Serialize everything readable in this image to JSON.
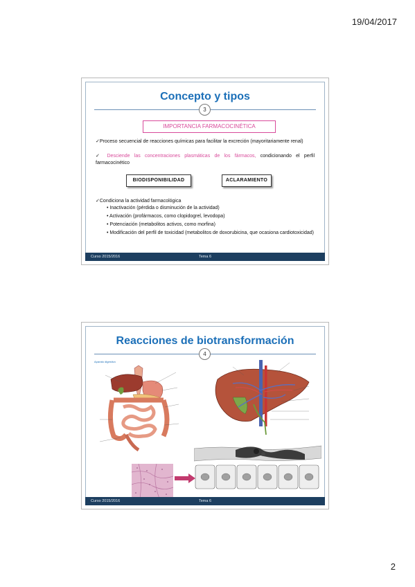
{
  "page": {
    "date": "19/04/2017",
    "number": "2"
  },
  "slide1": {
    "title": "Concepto y tipos",
    "number": "3",
    "box": "IMPORTANCIA FARMACOCINÉTICA",
    "p1": "✓Proceso secuencial de reacciones químicas para facilitar la excreción (mayoritariamente renal)",
    "p2_check": "✓ ",
    "p2_pink": "Desciende las concentraciones plasmáticas de los fármacos,",
    "p2_rest": " condicionando el perfil farmacocinético",
    "box_bio": "BIODISPONIBILIDAD",
    "box_acl": "ACLARAMIENTO",
    "p3": "✓Condiciona la actividad farmacológica",
    "bullets": [
      "• Inactivación (pérdida o disminución de la actividad)",
      "• Activación (profármacos, como clopidogrel, levodopa)",
      "• Potenciación (metabolitos activos, como morfina)",
      "• Modificación del perfil de toxicidad (metabolitos de doxorubicina, que ocasiona cardiotoxicidad)"
    ],
    "footer_left": "Curso 2015/2016",
    "footer_center": "Tema 6"
  },
  "slide2": {
    "title": "Reacciones de biotransformación",
    "number": "4",
    "digestive_heading": "Aparato digestivo",
    "footer_left": "Curso 2015/2016",
    "footer_center": "Tema 6"
  },
  "colors": {
    "title_blue": "#1b6fb8",
    "footer_navy": "#1d3f60",
    "accent_pink": "#d8499a"
  }
}
